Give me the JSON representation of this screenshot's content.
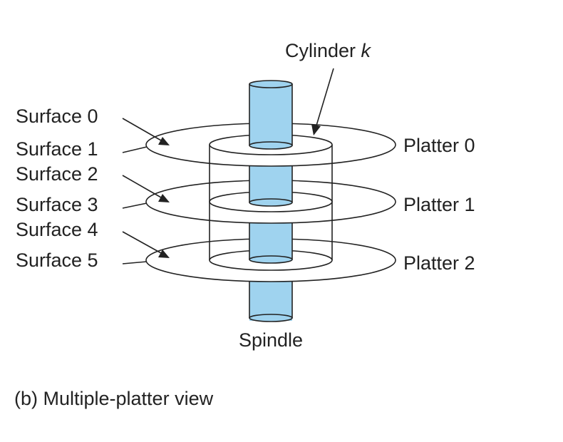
{
  "cylinder_label": {
    "prefix": "Cylinder ",
    "var": "k"
  },
  "surfaces": [
    "Surface 0",
    "Surface 1",
    "Surface 2",
    "Surface 3",
    "Surface 4",
    "Surface 5"
  ],
  "platters": [
    "Platter 0",
    "Platter 1",
    "Platter 2"
  ],
  "spindle_label": "Spindle",
  "caption": "(b) Multiple-platter view",
  "colors": {
    "spindle_fill": "#9fd3ef",
    "stroke": "#222222",
    "platter_fill": "#ffffff"
  }
}
